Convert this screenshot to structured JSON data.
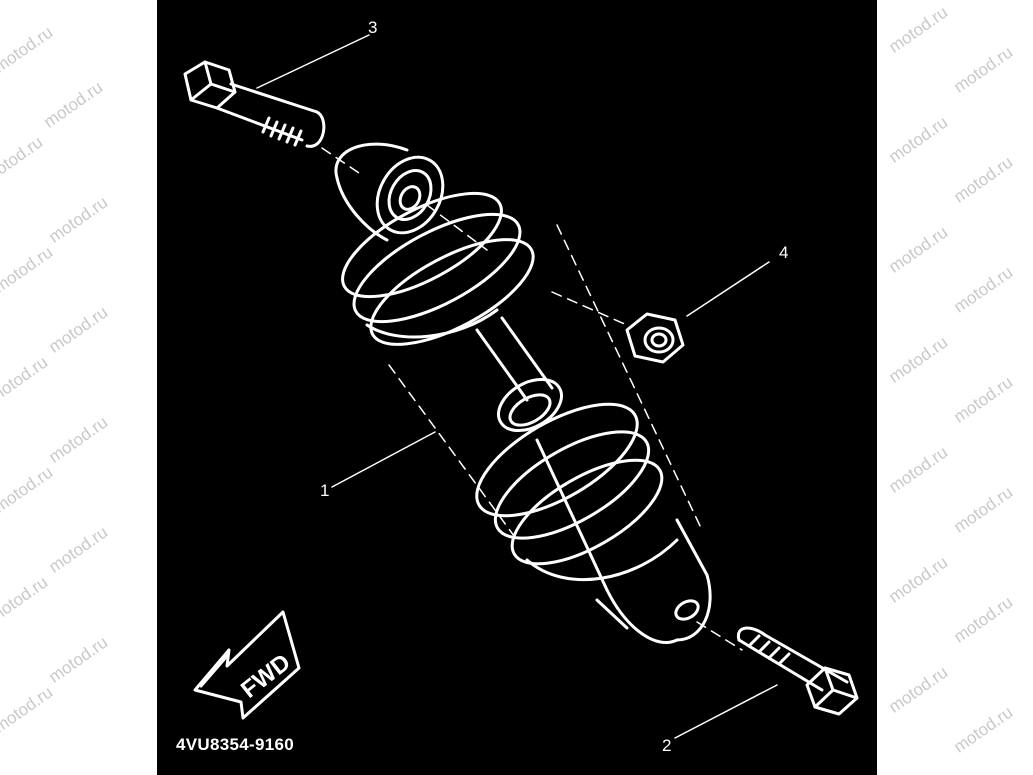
{
  "diagram": {
    "part_code": "4VU8354-9160",
    "direction_label": "FWD",
    "callouts": [
      "1",
      "2",
      "3",
      "4"
    ]
  },
  "watermark": "motod.ru",
  "colors": {
    "panel": "#000000",
    "lines": "#ffffff",
    "watermark": "#c9c9c9"
  }
}
